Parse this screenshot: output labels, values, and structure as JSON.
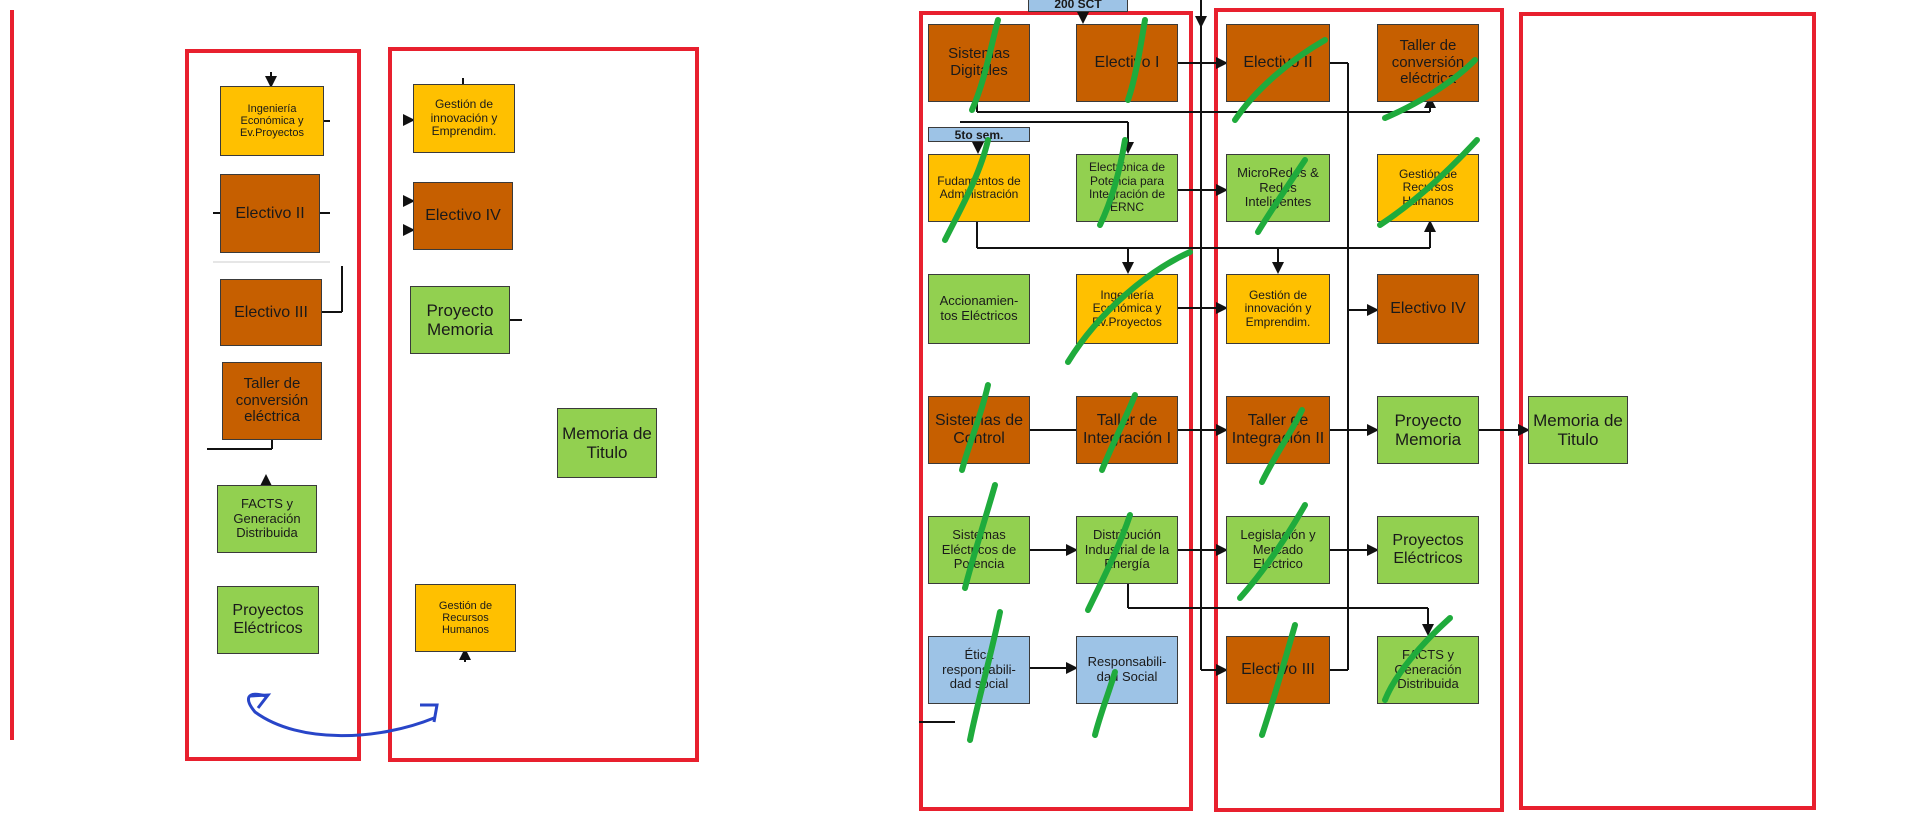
{
  "left_plan": {
    "col1": [
      "Ingeniería Económica y Ev.Proyectos",
      "Electivo II",
      "Electivo III",
      "Taller de conversión eléctrica",
      "FACTS y Generación Distribuida",
      "Proyectos Eléctricos"
    ],
    "col2": [
      "Gestión de innovación y Emprendim.",
      "Electivo IV",
      "Proyecto Memoria",
      "Memoria de Titulo",
      "Gestión de Recursos Humanos"
    ]
  },
  "right_plan": {
    "top_label": "200 SCT",
    "sem_label": "5to sem.",
    "col1": [
      "Sistemas Digitales",
      "Fudamentos de Administración",
      "Accionamien- tos Eléctricos",
      "Sistemas de Control",
      "Sistemas Eléctricos de Potencia",
      "Ética responsabili- dad social"
    ],
    "col2": [
      "Electivo I",
      "Electrónica de Potencia para Integración de ERNC",
      "Ingeniería Económica y Ev.Proyectos",
      "Taller de Integración I",
      "Distribución Industrial de la Energía",
      "Responsabili- dad Social"
    ],
    "col3": [
      "Electivo II",
      "MicroRedes & Redes Inteligentes",
      "Gestión de innovación y Emprendim.",
      "Taller de Integración II",
      "Legislación y Mercado Eléctrico",
      "Electivo III"
    ],
    "col4": [
      "Taller de conversión eléctrica",
      "Gestión de Recursos Humanos",
      "Electivo IV",
      "Proyecto Memoria",
      "Proyectos Eléctricos",
      "FACTS y Generación Distribuida"
    ],
    "col5": [
      "Memoria de Titulo"
    ]
  },
  "colors": {
    "orange": "#c65f00",
    "yellow": "#ffc000",
    "green": "#92d050",
    "blue": "#9dc3e6",
    "red_frame": "#e8202e",
    "check_green": "#1fab3c",
    "arrow_blue": "#2845c8"
  }
}
